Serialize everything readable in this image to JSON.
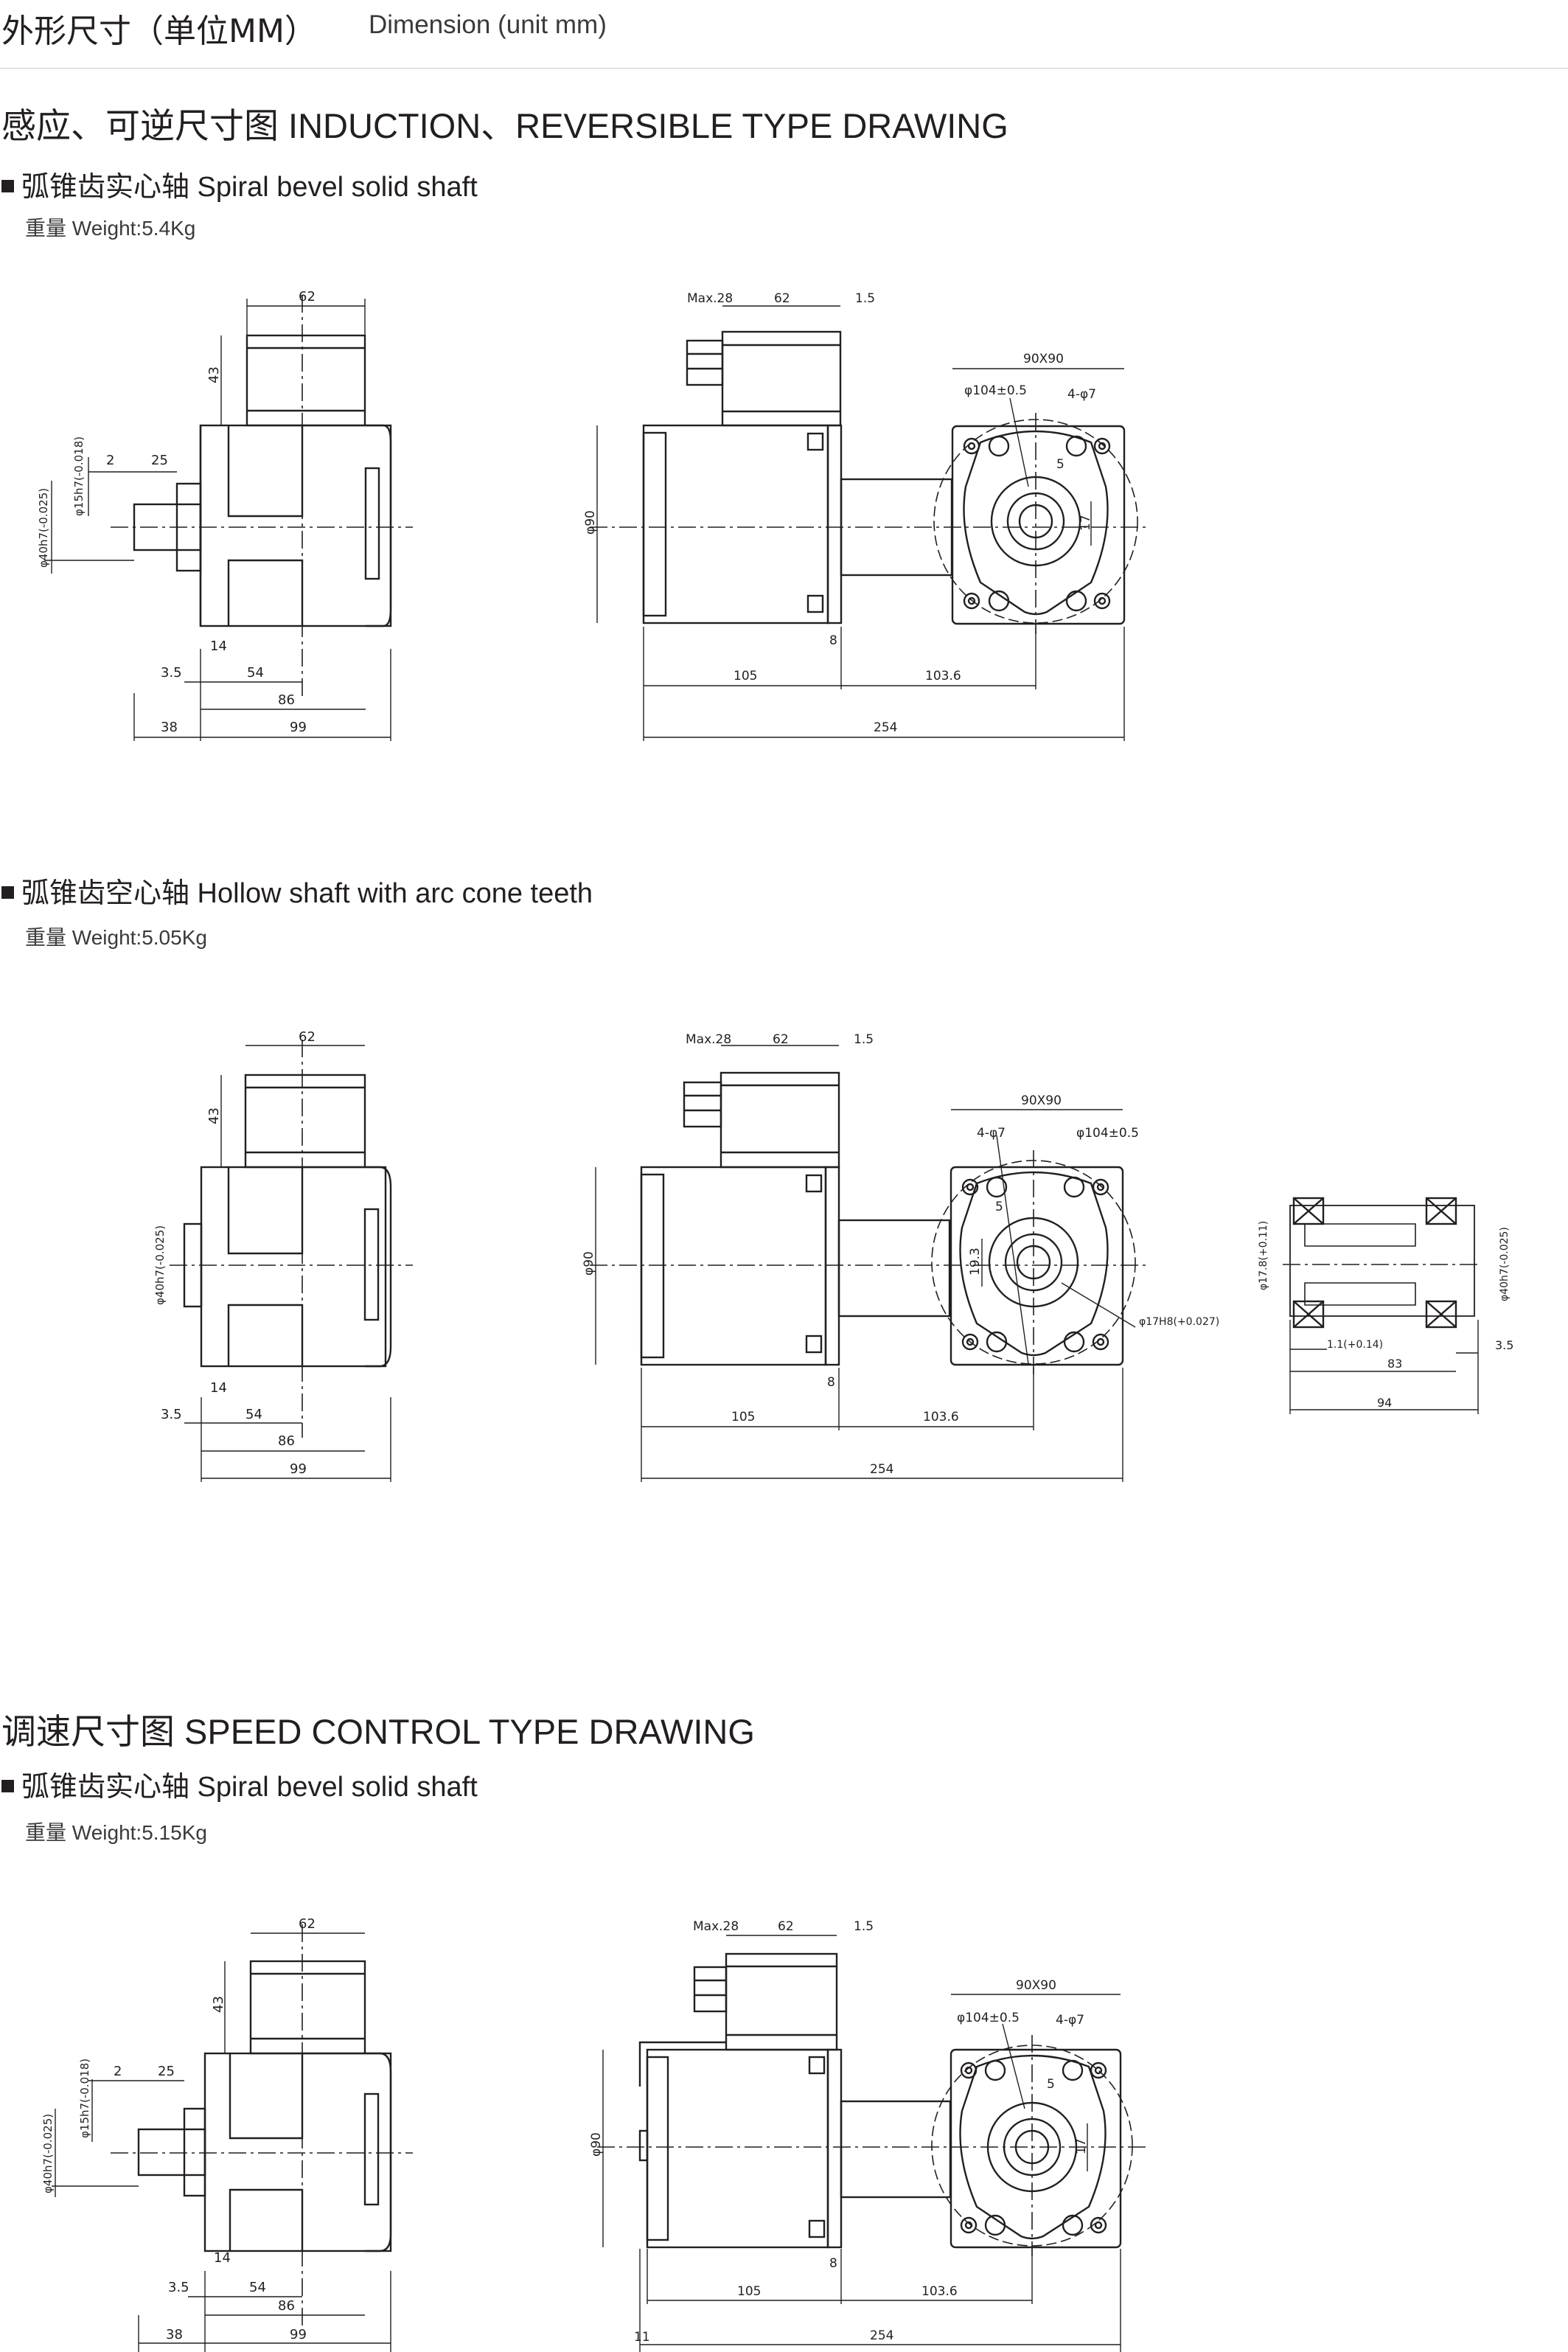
{
  "header": {
    "title": "外形尺寸（单位MM）",
    "subtitle": "Dimension (unit mm)"
  },
  "sections": [
    {
      "title": "感应、可逆尺寸图 INDUCTION、REVERSIBLE TYPE DRAWING"
    },
    {
      "title": "调速尺寸图 SPEED CONTROL TYPE DRAWING"
    }
  ],
  "drawings": [
    {
      "subtitle": "弧锥齿实心轴 Spiral bevel solid shaft",
      "weight": "重量 Weight:5.4Kg",
      "side_dims": {
        "d62": "62",
        "d43": "43",
        "d2": "2",
        "d25": "25",
        "d15": "φ15h7(-0.018)",
        "d40": "φ40h7(-0.025)",
        "d14": "14",
        "d35": "3.5",
        "d54": "54",
        "d86": "86",
        "d38": "38",
        "d99": "99"
      },
      "front_dims": {
        "max28": "Max.28",
        "d62": "62",
        "d15": "1.5",
        "d90x90": "90X90",
        "pcd": "φ104±0.5",
        "holes": "4-φ7",
        "d5": "5",
        "d17": "17",
        "d90": "φ90",
        "d8": "8",
        "d105": "105",
        "d1036": "103.6",
        "d254": "254"
      }
    },
    {
      "subtitle": "弧锥齿空心轴 Hollow shaft with arc cone teeth",
      "weight": "重量 Weight:5.05Kg",
      "side_dims": {
        "d62": "62",
        "d43": "43",
        "d40": "φ40h7(-0.025)",
        "d14": "14",
        "d35": "3.5",
        "d54": "54",
        "d86": "86",
        "d99": "99"
      },
      "front_dims": {
        "max28": "Max.28",
        "d62": "62",
        "d15": "1.5",
        "d90x90": "90X90",
        "holes": "4-φ7",
        "pcd": "φ104±0.5",
        "d5": "5",
        "d193": "19.3",
        "hole17": "φ17H8(+0.027)",
        "d90": "φ90",
        "d8": "8",
        "d105": "105",
        "d1036": "103.6",
        "d254": "254"
      },
      "section_dims": {
        "d178": "φ17.8(+0.11)",
        "d40": "φ40h7(-0.025)",
        "d11": "1.1(+0.14)",
        "d83": "83",
        "d35": "3.5",
        "d94": "94"
      }
    },
    {
      "subtitle": "弧锥齿实心轴 Spiral bevel solid shaft",
      "weight": "重量 Weight:5.15Kg",
      "side_dims": {
        "d62": "62",
        "d43": "43",
        "d2": "2",
        "d25": "25",
        "d15": "φ15h7(-0.018)",
        "d40": "φ40h7(-0.025)",
        "d14": "14",
        "d35": "3.5",
        "d54": "54",
        "d86": "86",
        "d38": "38",
        "d99": "99"
      },
      "front_dims": {
        "max28": "Max.28",
        "d62": "62",
        "d15": "1.5",
        "d90x90": "90X90",
        "pcd": "φ104±0.5",
        "holes": "4-φ7",
        "d5": "5",
        "d17": "17",
        "d90": "φ90",
        "d8": "8",
        "d11": "11",
        "d105": "105",
        "d1036": "103.6",
        "d254": "254"
      }
    }
  ]
}
